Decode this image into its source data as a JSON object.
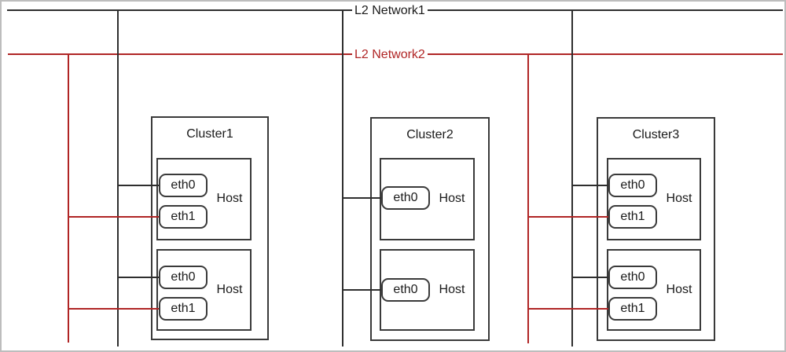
{
  "diagram": {
    "networks": {
      "net1": {
        "label": "L2 Network1",
        "color": "#2e2e2e"
      },
      "net2": {
        "label": "L2 Network2",
        "color": "#b02525"
      }
    },
    "clusters": [
      {
        "label": "Cluster1",
        "hosts": [
          {
            "label": "Host",
            "eths": [
              "eth0",
              "eth1"
            ]
          },
          {
            "label": "Host",
            "eths": [
              "eth0",
              "eth1"
            ]
          }
        ]
      },
      {
        "label": "Cluster2",
        "hosts": [
          {
            "label": "Host",
            "eths": [
              "eth0"
            ]
          },
          {
            "label": "Host",
            "eths": [
              "eth0"
            ]
          }
        ]
      },
      {
        "label": "Cluster3",
        "hosts": [
          {
            "label": "Host",
            "eths": [
              "eth0",
              "eth1"
            ]
          },
          {
            "label": "Host",
            "eths": [
              "eth0",
              "eth1"
            ]
          }
        ]
      }
    ],
    "colors": {
      "network1_line": "#2e2e2e",
      "network2_line": "#b02525",
      "box_border": "#3a3a3a",
      "frame_border": "#bdbdbd"
    }
  }
}
